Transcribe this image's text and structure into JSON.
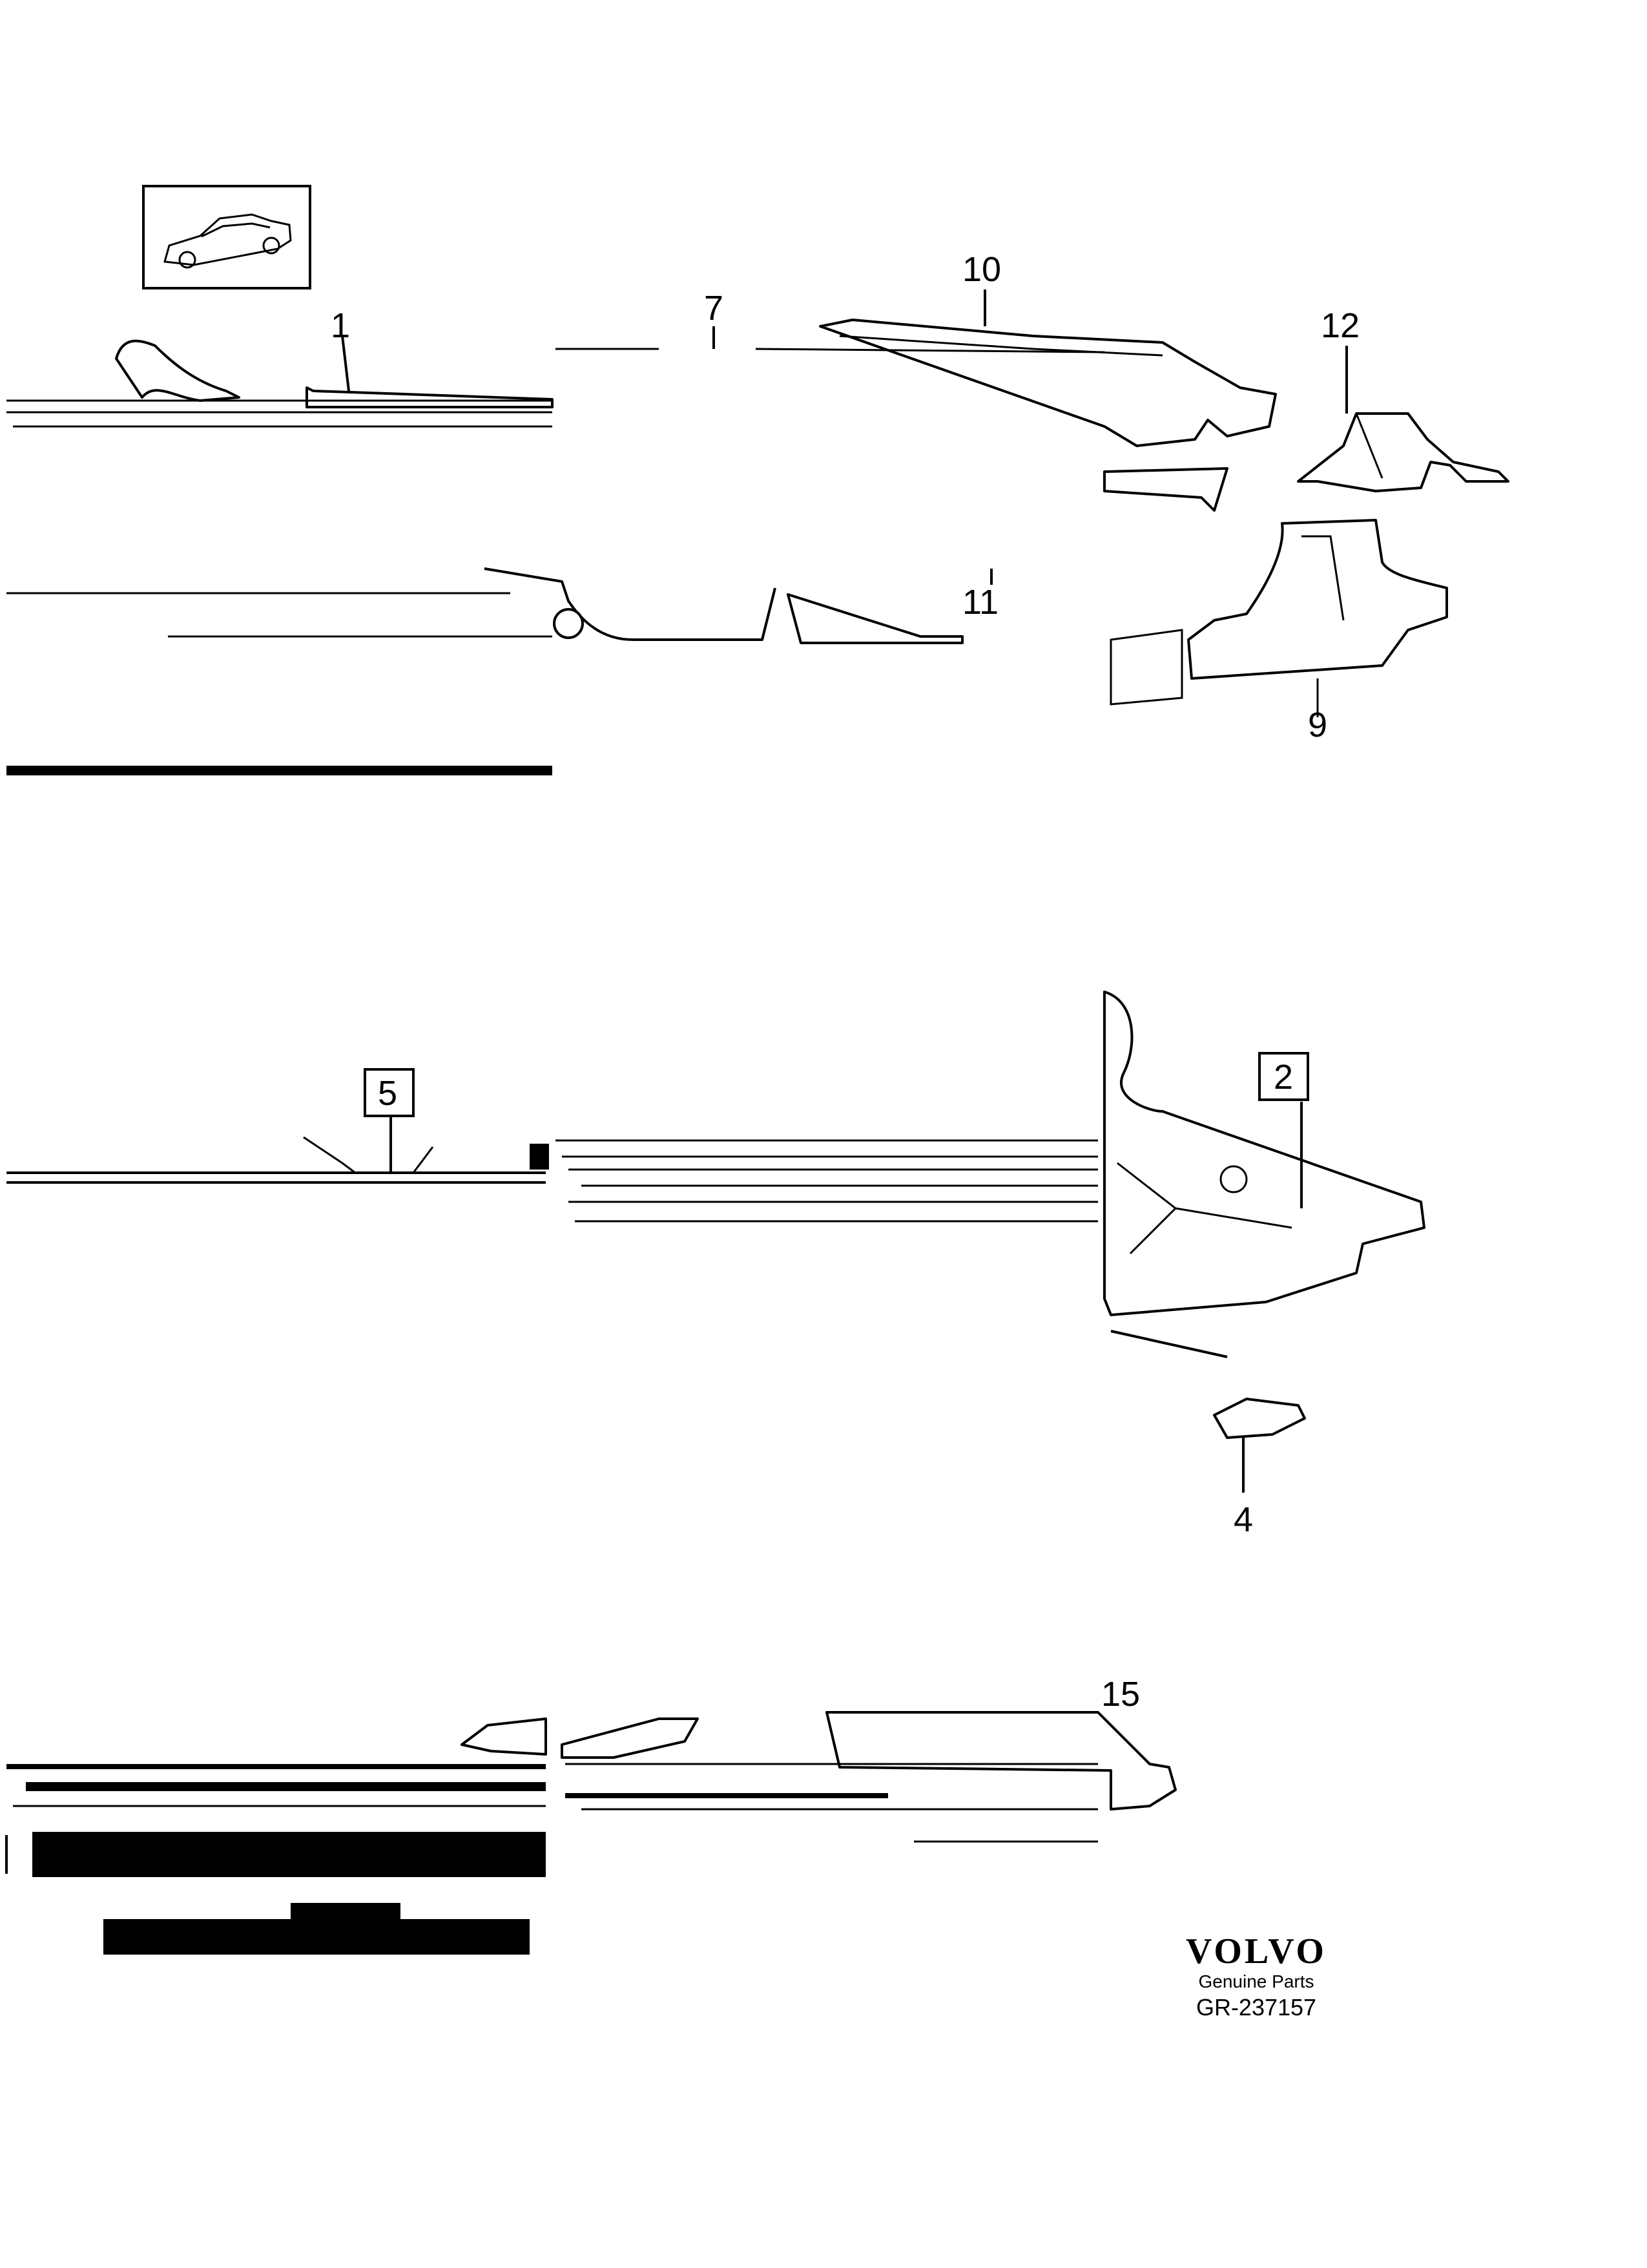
{
  "callouts": {
    "c1": "1",
    "c2": "2",
    "c4": "4",
    "c5": "5",
    "c7": "7",
    "c9": "9",
    "c10": "10",
    "c11": "11",
    "c12": "12",
    "c15": "15"
  },
  "logo": {
    "brand": "VOLVO",
    "subtitle": "Genuine Parts",
    "code": "GR-237157"
  }
}
